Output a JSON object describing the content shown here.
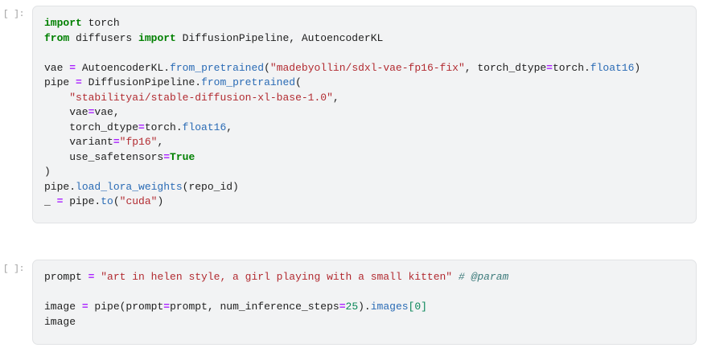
{
  "cells": [
    {
      "prompt": "[ ]:",
      "lines": [
        [
          [
            "import",
            "kw"
          ],
          [
            " torch",
            ""
          ]
        ],
        [
          [
            "from",
            "kw"
          ],
          [
            " diffusers ",
            ""
          ],
          [
            "import",
            "kw"
          ],
          [
            " DiffusionPipeline, AutoencoderKL",
            ""
          ]
        ],
        [],
        [
          [
            "vae ",
            ""
          ],
          [
            "=",
            "op"
          ],
          [
            " AutoencoderKL.",
            ""
          ],
          [
            "from_pretrained",
            "fn"
          ],
          [
            "(",
            ""
          ],
          [
            "\"madebyollin/sdxl-vae-fp16-fix\"",
            "str"
          ],
          [
            ", torch_dtype",
            ""
          ],
          [
            "=",
            "op"
          ],
          [
            "torch.",
            ""
          ],
          [
            "float16",
            "fn"
          ],
          [
            ")",
            ""
          ]
        ],
        [
          [
            "pipe ",
            ""
          ],
          [
            "=",
            "op"
          ],
          [
            " DiffusionPipeline.",
            ""
          ],
          [
            "from_pretrained",
            "fn"
          ],
          [
            "(",
            ""
          ]
        ],
        [
          [
            "    ",
            ""
          ],
          [
            "\"stabilityai/stable-diffusion-xl-base-1.0\"",
            "str"
          ],
          [
            ",",
            ""
          ]
        ],
        [
          [
            "    vae",
            ""
          ],
          [
            "=",
            "op"
          ],
          [
            "vae,",
            ""
          ]
        ],
        [
          [
            "    torch_dtype",
            ""
          ],
          [
            "=",
            "op"
          ],
          [
            "torch.",
            ""
          ],
          [
            "float16",
            "fn"
          ],
          [
            ",",
            ""
          ]
        ],
        [
          [
            "    variant",
            ""
          ],
          [
            "=",
            "op"
          ],
          [
            "\"fp16\"",
            "str"
          ],
          [
            ",",
            ""
          ]
        ],
        [
          [
            "    use_safetensors",
            ""
          ],
          [
            "=",
            "op"
          ],
          [
            "True",
            "kw"
          ]
        ],
        [
          [
            ")",
            ""
          ]
        ],
        [
          [
            "pipe.",
            ""
          ],
          [
            "load_lora_weights",
            "fn"
          ],
          [
            "(repo_id)",
            ""
          ]
        ],
        [
          [
            "_ ",
            ""
          ],
          [
            "=",
            "op"
          ],
          [
            " pipe.",
            ""
          ],
          [
            "to",
            "fn"
          ],
          [
            "(",
            ""
          ],
          [
            "\"cuda\"",
            "str"
          ],
          [
            ")",
            ""
          ]
        ]
      ]
    },
    {
      "prompt": "[ ]:",
      "lines": [
        [
          [
            "prompt ",
            ""
          ],
          [
            "=",
            "op"
          ],
          [
            " ",
            ""
          ],
          [
            "\"art in helen style, a girl playing with a small kitten\"",
            "str"
          ],
          [
            " ",
            ""
          ],
          [
            "# @param",
            "cm"
          ]
        ],
        [],
        [
          [
            "image ",
            ""
          ],
          [
            "=",
            "op"
          ],
          [
            " pipe(prompt",
            ""
          ],
          [
            "=",
            "op"
          ],
          [
            "prompt, num_inference_steps",
            ""
          ],
          [
            "=",
            "op"
          ],
          [
            "25",
            "num"
          ],
          [
            ").",
            ""
          ],
          [
            "images",
            "fn"
          ],
          [
            "[",
            "num"
          ],
          [
            "0",
            "num"
          ],
          [
            "]",
            "num"
          ]
        ],
        [
          [
            "image",
            ""
          ]
        ]
      ]
    }
  ]
}
